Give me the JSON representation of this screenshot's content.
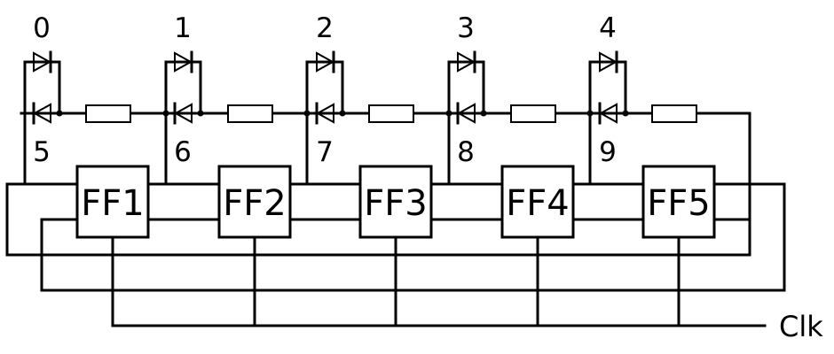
{
  "diagram": {
    "flip_flops": [
      "FF1",
      "FF2",
      "FF3",
      "FF4",
      "FF5"
    ],
    "top_diode_labels": [
      "0",
      "1",
      "2",
      "3",
      "4"
    ],
    "bottom_diode_labels": [
      "5",
      "6",
      "7",
      "8",
      "9"
    ],
    "clock_label": "Clk",
    "icons": {
      "diode": "diode-icon",
      "resistor": "resistor-icon",
      "junction": "junction-dot-icon"
    },
    "colors": {
      "line": "#000000",
      "background": "#ffffff"
    }
  }
}
